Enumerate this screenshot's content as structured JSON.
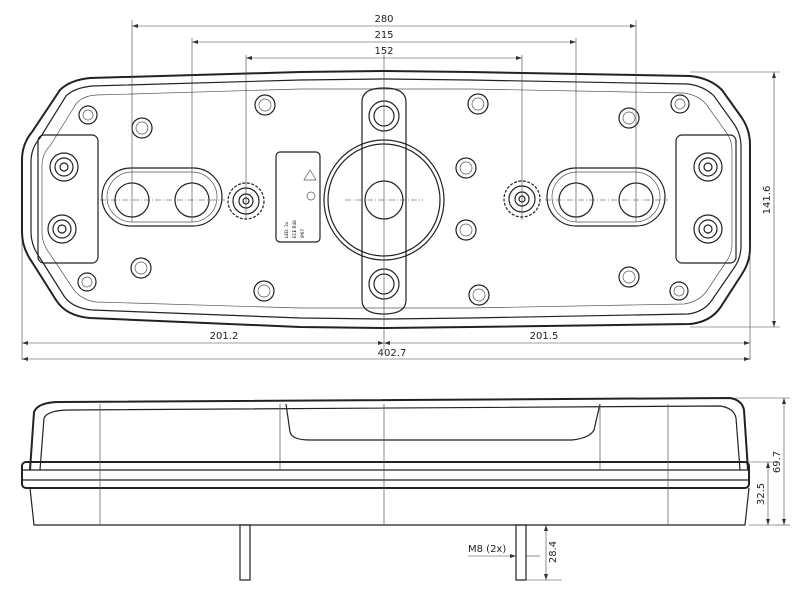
{
  "top_view": {
    "dimensions": {
      "d280": "280",
      "d215": "215",
      "d152": "152",
      "d201_2": "201.2",
      "d201_5": "201.5",
      "d402_7": "402.7",
      "d141_6": "141.6"
    },
    "label_plate": {
      "line1": "LED: 3x",
      "line2": "ECE R48",
      "line3": "IP67"
    }
  },
  "side_view": {
    "dimensions": {
      "d69_7": "69.7",
      "d32_5": "32.5",
      "d28_4": "28.4",
      "bolt": "M8 (2x)"
    }
  },
  "colors": {
    "line": "#222222",
    "background": "#ffffff"
  }
}
